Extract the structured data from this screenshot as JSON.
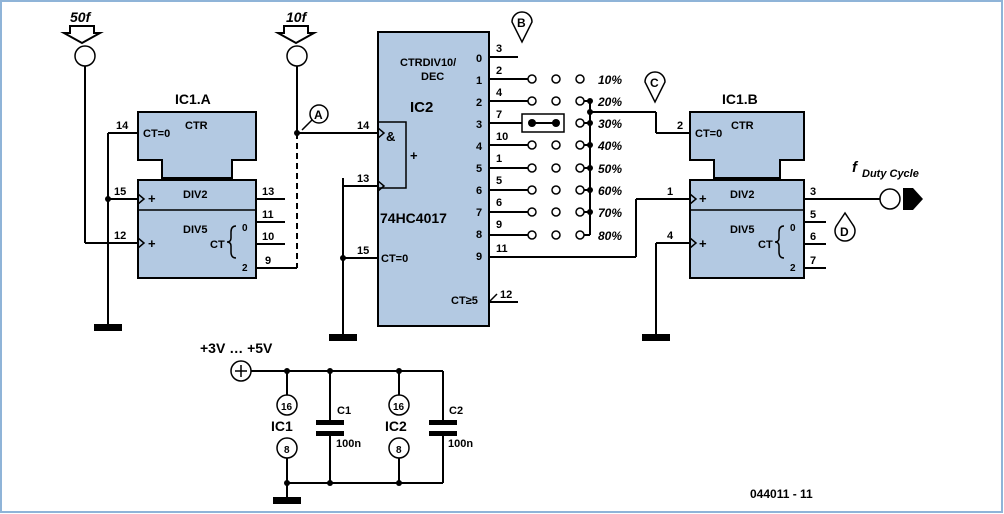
{
  "labels": {
    "in_50f": "50f",
    "in_10f": "10f",
    "ic1a_title": "IC1.A",
    "ic1b_title": "IC1.B",
    "ic2_title": "IC2",
    "ic2_part": "74HC4017",
    "ic2_type_line1": "CTRDIV10/",
    "ic2_type_line2": "DEC",
    "ic2_and": "&",
    "ic2_plus": "+",
    "ic2_ct0": "CT=0",
    "ic2_ct5": "CT≥5",
    "ctr": "CTR",
    "ct0": "CT=0",
    "div2": "DIV2",
    "div5": "DIV5",
    "ct": "CT",
    "plus": "+",
    "supply": "+3V … +5V",
    "output_f": "f",
    "output_sub": "Duty Cycle",
    "figure_code": "044011 - 11",
    "c1_name": "C1",
    "c1_value": "100n",
    "c2_name": "C2",
    "c2_value": "100n",
    "ic1": "IC1",
    "ic2": "IC2",
    "pin16": "16",
    "pin8": "8"
  },
  "markers": [
    "A",
    "B",
    "C",
    "D"
  ],
  "ic1a_pins": {
    "ct0": "14",
    "in_div2": "15",
    "in_div5": "12",
    "q_div2": "13",
    "q0": "11",
    "q1": "10",
    "q2": "9",
    "ct_0": "0",
    "ct_2": "2"
  },
  "ic1b_pins": {
    "ct0": "2",
    "in_div2": "1",
    "in_div5": "4",
    "q_div2": "3",
    "q0": "5",
    "q1": "6",
    "q2": "7",
    "ct_0": "0",
    "ct_2": "2"
  },
  "ic2_pins": {
    "clk": "14",
    "en": "13",
    "reset": "15",
    "q9": "11",
    "co": "12"
  },
  "ic2_outputs": [
    {
      "idx": "0",
      "pin": "3",
      "pct": ""
    },
    {
      "idx": "1",
      "pin": "2",
      "pct": "10%"
    },
    {
      "idx": "2",
      "pin": "4",
      "pct": "20%"
    },
    {
      "idx": "3",
      "pin": "7",
      "pct": "30%"
    },
    {
      "idx": "4",
      "pin": "10",
      "pct": "40%"
    },
    {
      "idx": "5",
      "pin": "1",
      "pct": "50%"
    },
    {
      "idx": "6",
      "pin": "5",
      "pct": "60%"
    },
    {
      "idx": "7",
      "pin": "6",
      "pct": "70%"
    },
    {
      "idx": "8",
      "pin": "9",
      "pct": "80%"
    },
    {
      "idx": "9",
      "pin": "11",
      "pct": ""
    }
  ],
  "colors": {
    "ic_fill": "#b3c9e2",
    "frame": "#8fb4d8",
    "wire": "#000000"
  }
}
